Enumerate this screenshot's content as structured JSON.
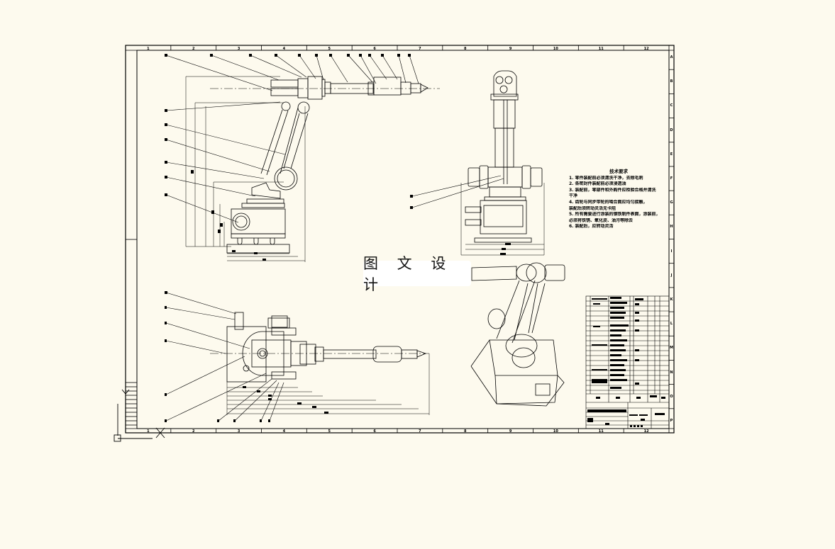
{
  "drawing": {
    "background": "#fdfaee",
    "line_color": "#000000",
    "watermark_text": "图 文 设 计",
    "column_zone_labels": [
      "1",
      "2",
      "3",
      "4",
      "5",
      "6",
      "7",
      "8",
      "9",
      "10",
      "11",
      "12"
    ],
    "row_zone_labels": [
      "A",
      "B",
      "C",
      "D",
      "E",
      "F",
      "G",
      "H",
      "I",
      "J",
      "K",
      "L",
      "M",
      "N",
      "O",
      "P"
    ],
    "views": [
      {
        "name": "side-view",
        "description": "robot arm side elevation with dimensions and balloon callouts"
      },
      {
        "name": "front-view",
        "description": "robot arm front elevation"
      },
      {
        "name": "top-view",
        "description": "robot arm plan view with dimension chains"
      },
      {
        "name": "isometric-view",
        "description": "robot arm 3D isometric"
      }
    ],
    "technical_requirements": {
      "title": "技术要求",
      "items": [
        "1. 零件装配前必须清洗干净，去除毛刺",
        "2. 各密封件装配前必须浸透油",
        "3. 装配前，零部件和外购件应检验合格并清洗",
        "干净",
        "4. 齿轮与同步带轮的啮合面应均匀接触，",
        "装配后须转动灵活无卡阻",
        "5. 所有需要进行涂装的钢铁制件表面，涂装前，",
        "必须将铁锈、氧化皮、油污等除去",
        "6. 装配后，应转动灵活"
      ]
    },
    "title_block": {
      "drawing_name": "机械手装配图",
      "scale_row": [
        "标记",
        "处数",
        "分区",
        "更改文件号",
        "签名",
        "年月日"
      ],
      "bottom_labels": [
        "设计",
        "审核",
        "工艺",
        "批准"
      ]
    }
  }
}
